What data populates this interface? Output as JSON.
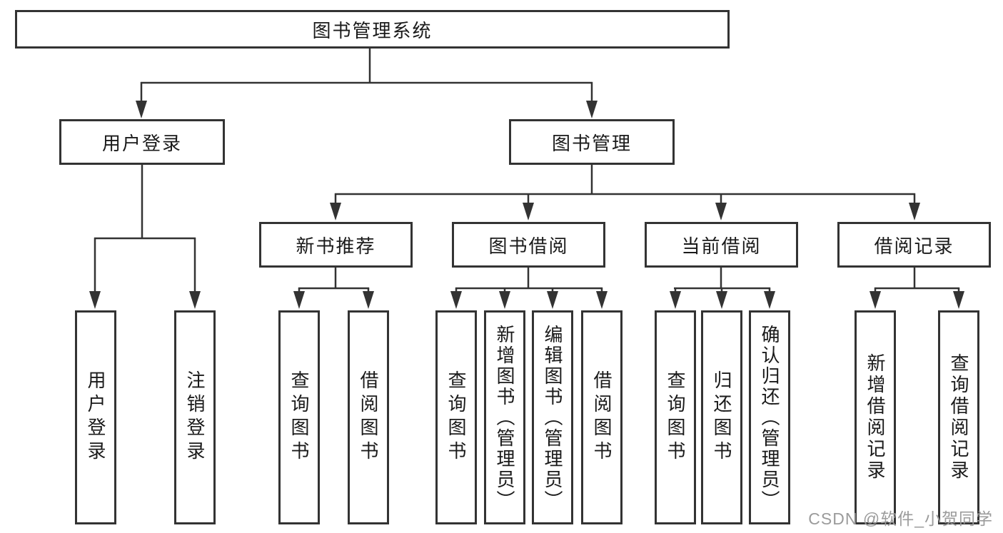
{
  "colors": {
    "line": "#333333",
    "box_border": "#333333",
    "text": "#1a1a1a",
    "watermark": "#9b9b9b",
    "background": "#ffffff"
  },
  "tree": {
    "root": {
      "label": "图书管理系统"
    },
    "branches": [
      {
        "label": "用户登录",
        "children": [
          {
            "label": "用户登录"
          },
          {
            "label": "注销登录"
          }
        ]
      },
      {
        "label": "图书管理",
        "children": [
          {
            "label": "新书推荐",
            "children": [
              {
                "label": "查询图书"
              },
              {
                "label": "借阅图书"
              }
            ]
          },
          {
            "label": "图书借阅",
            "children": [
              {
                "label": "查询图书"
              },
              {
                "label": "新增图书（管理员）"
              },
              {
                "label": "编辑图书（管理员）"
              },
              {
                "label": "借阅图书"
              }
            ]
          },
          {
            "label": "当前借阅",
            "children": [
              {
                "label": "查询图书"
              },
              {
                "label": "归还图书"
              },
              {
                "label": "确认归还（管理员）"
              }
            ]
          },
          {
            "label": "借阅记录",
            "children": [
              {
                "label": "新增借阅记录"
              },
              {
                "label": "查询借阅记录"
              }
            ]
          }
        ]
      }
    ]
  },
  "watermark": {
    "text": "CSDN @软件_小贺同学"
  }
}
